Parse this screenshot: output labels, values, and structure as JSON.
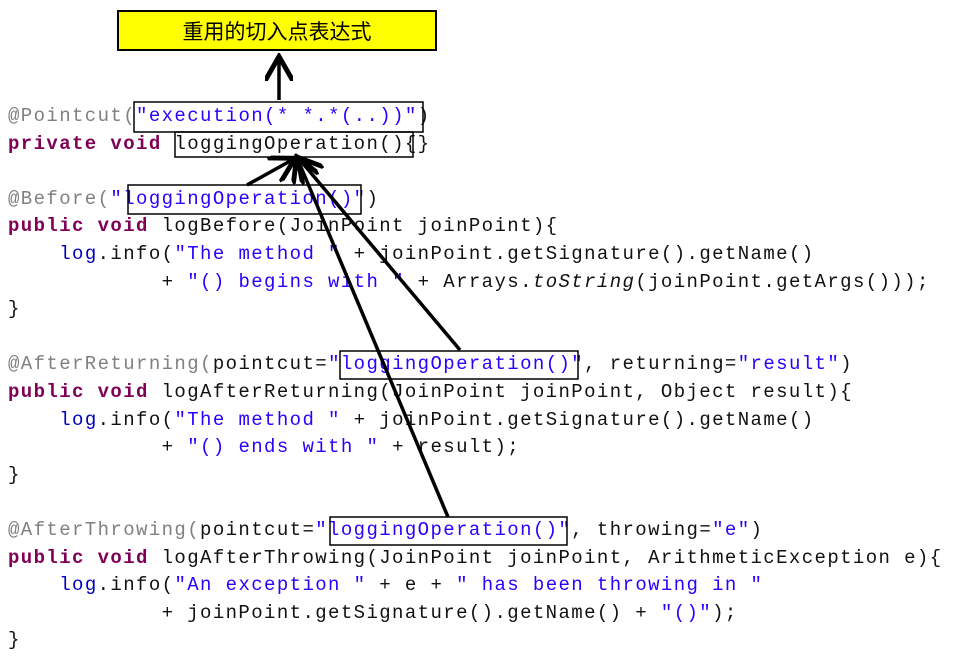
{
  "title": "重用的切入点表达式",
  "colors": {
    "title_bg": "#ffff00",
    "keyword": "#7f0055",
    "string": "#2a00ff",
    "annotation": "#808080",
    "field": "#0000c0"
  },
  "code": {
    "lines": [
      [
        {
          "k": "ann",
          "t": "@Pointcut("
        },
        {
          "k": "str",
          "t": "\"execution(* *.*(..))\""
        },
        {
          "k": "txt",
          "t": ")"
        }
      ],
      [
        {
          "k": "kw",
          "t": "private void "
        },
        {
          "k": "txt",
          "t": "loggingOperation(){}"
        }
      ],
      [],
      [
        {
          "k": "ann",
          "t": "@Before("
        },
        {
          "k": "str",
          "t": "\"loggingOperation()\""
        },
        {
          "k": "txt",
          "t": ")"
        }
      ],
      [
        {
          "k": "kw",
          "t": "public void "
        },
        {
          "k": "txt",
          "t": "logBefore(JoinPoint joinPoint){"
        }
      ],
      [
        {
          "k": "txt",
          "t": "    "
        },
        {
          "k": "fld",
          "t": "log"
        },
        {
          "k": "txt",
          "t": ".info("
        },
        {
          "k": "str",
          "t": "\"The method \""
        },
        {
          "k": "txt",
          "t": " + joinPoint.getSignature().getName()"
        }
      ],
      [
        {
          "k": "txt",
          "t": "            + "
        },
        {
          "k": "str",
          "t": "\"() begins with \""
        },
        {
          "k": "txt",
          "t": " + Arrays."
        },
        {
          "k": "it",
          "t": "toString"
        },
        {
          "k": "txt",
          "t": "(joinPoint.getArgs()));"
        }
      ],
      [
        {
          "k": "txt",
          "t": "}"
        }
      ],
      [],
      [
        {
          "k": "ann",
          "t": "@AfterReturning("
        },
        {
          "k": "txt",
          "t": "pointcut="
        },
        {
          "k": "str",
          "t": "\"loggingOperation()\""
        },
        {
          "k": "txt",
          "t": ", returning="
        },
        {
          "k": "str",
          "t": "\"result\""
        },
        {
          "k": "txt",
          "t": ")"
        }
      ],
      [
        {
          "k": "kw",
          "t": "public void "
        },
        {
          "k": "txt",
          "t": "logAfterReturning(JoinPoint joinPoint, Object result){"
        }
      ],
      [
        {
          "k": "txt",
          "t": "    "
        },
        {
          "k": "fld",
          "t": "log"
        },
        {
          "k": "txt",
          "t": ".info("
        },
        {
          "k": "str",
          "t": "\"The method \""
        },
        {
          "k": "txt",
          "t": " + joinPoint.getSignature().getName()"
        }
      ],
      [
        {
          "k": "txt",
          "t": "            + "
        },
        {
          "k": "str",
          "t": "\"() ends with \""
        },
        {
          "k": "txt",
          "t": " + result);"
        }
      ],
      [
        {
          "k": "txt",
          "t": "}"
        }
      ],
      [],
      [
        {
          "k": "ann",
          "t": "@AfterThrowing("
        },
        {
          "k": "txt",
          "t": "pointcut="
        },
        {
          "k": "str",
          "t": "\"loggingOperation()\""
        },
        {
          "k": "txt",
          "t": ", throwing="
        },
        {
          "k": "str",
          "t": "\"e\""
        },
        {
          "k": "txt",
          "t": ")"
        }
      ],
      [
        {
          "k": "kw",
          "t": "public void "
        },
        {
          "k": "txt",
          "t": "logAfterThrowing(JoinPoint joinPoint, ArithmeticException e){"
        }
      ],
      [
        {
          "k": "txt",
          "t": "    "
        },
        {
          "k": "fld",
          "t": "log"
        },
        {
          "k": "txt",
          "t": ".info("
        },
        {
          "k": "str",
          "t": "\"An exception \""
        },
        {
          "k": "txt",
          "t": " + e + "
        },
        {
          "k": "str",
          "t": "\" has been throwing in \""
        }
      ],
      [
        {
          "k": "txt",
          "t": "            + joinPoint.getSignature().getName() + "
        },
        {
          "k": "str",
          "t": "\"()\""
        },
        {
          "k": "txt",
          "t": ");"
        }
      ],
      [
        {
          "k": "txt",
          "t": "}"
        }
      ]
    ]
  }
}
